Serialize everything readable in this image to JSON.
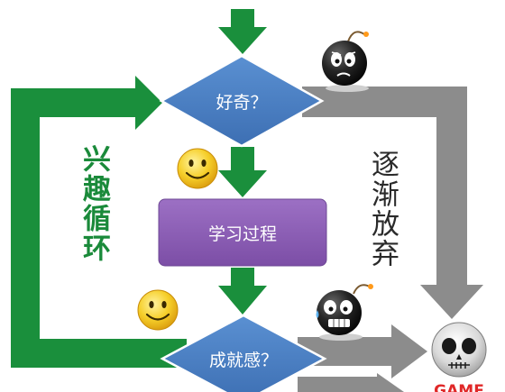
{
  "colors": {
    "green": "#1a8f3c",
    "gray": "#8c8c8c",
    "diamond": "#4a7fc1",
    "process": "#8a5bb0",
    "smiley": "#f2c21a",
    "bomb": "#1e1e1e",
    "game_text": "#e02828"
  },
  "nodes": {
    "curiosity": {
      "label": "好奇？"
    },
    "learning": {
      "label": "学习过程"
    },
    "achievement": {
      "label": "成就感？"
    }
  },
  "labels": {
    "interest_loop": "兴趣循环",
    "give_up": "逐渐放弃",
    "game_over": "GAME"
  },
  "icons": {
    "worried_bomb": "worried-bomb-icon",
    "smiley_1": "smiley-icon",
    "smiley_2": "smiley-icon",
    "grimacing_bomb": "grimacing-bomb-icon",
    "skull": "skull-icon"
  }
}
